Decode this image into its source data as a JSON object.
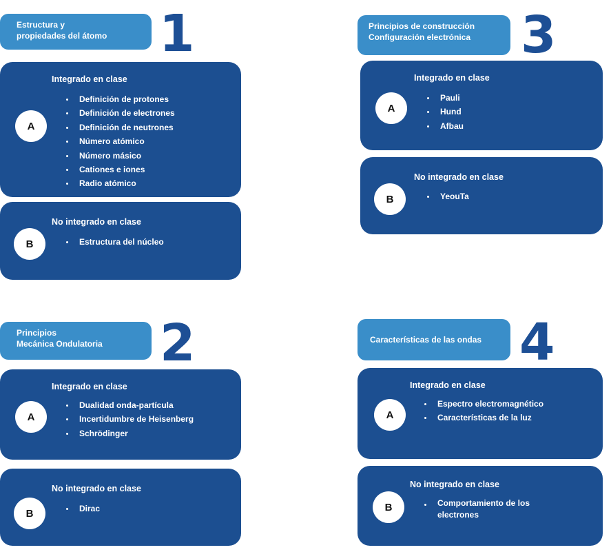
{
  "sections": [
    {
      "number": "1",
      "title_lines": [
        "Estructura y",
        "propiedades del átomo"
      ],
      "integrated": {
        "letter": "A",
        "heading": "Integrado en clase",
        "items": [
          "Definición de protones",
          "Definición de electrones",
          "Definición de neutrones",
          "Número atómico",
          "Número másico",
          "Cationes e iones",
          "Radio atómico"
        ]
      },
      "not_integrated": {
        "letter": "B",
        "heading": "No integrado en clase",
        "items": [
          "Estructura del núcleo"
        ]
      }
    },
    {
      "number": "2",
      "title_lines": [
        "Principios",
        "Mecánica Ondulatoria"
      ],
      "integrated": {
        "letter": "A",
        "heading": "Integrado en clase",
        "items": [
          "Dualidad onda-partícula",
          "Incertidumbre de Heisenberg",
          "Schrödinger"
        ]
      },
      "not_integrated": {
        "letter": "B",
        "heading": "No integrado en clase",
        "items": [
          "Dirac"
        ]
      }
    },
    {
      "number": "3",
      "title_lines": [
        "Principios de construcción",
        "Configuración electrónica"
      ],
      "integrated": {
        "letter": "A",
        "heading": "Integrado en clase",
        "items": [
          "Pauli",
          "Hund",
          "Afbau"
        ]
      },
      "not_integrated": {
        "letter": "B",
        "heading": "No integrado en clase",
        "items": [
          "YeouTa"
        ]
      }
    },
    {
      "number": "4",
      "title_lines": [
        "Características de las ondas"
      ],
      "integrated": {
        "letter": "A",
        "heading": "Integrado en clase",
        "items": [
          "Espectro electromagnético",
          "Características de la luz"
        ]
      },
      "not_integrated": {
        "letter": "B",
        "heading": "No integrado en clase",
        "items": [
          "Comportamiento de los electrones"
        ]
      }
    }
  ]
}
